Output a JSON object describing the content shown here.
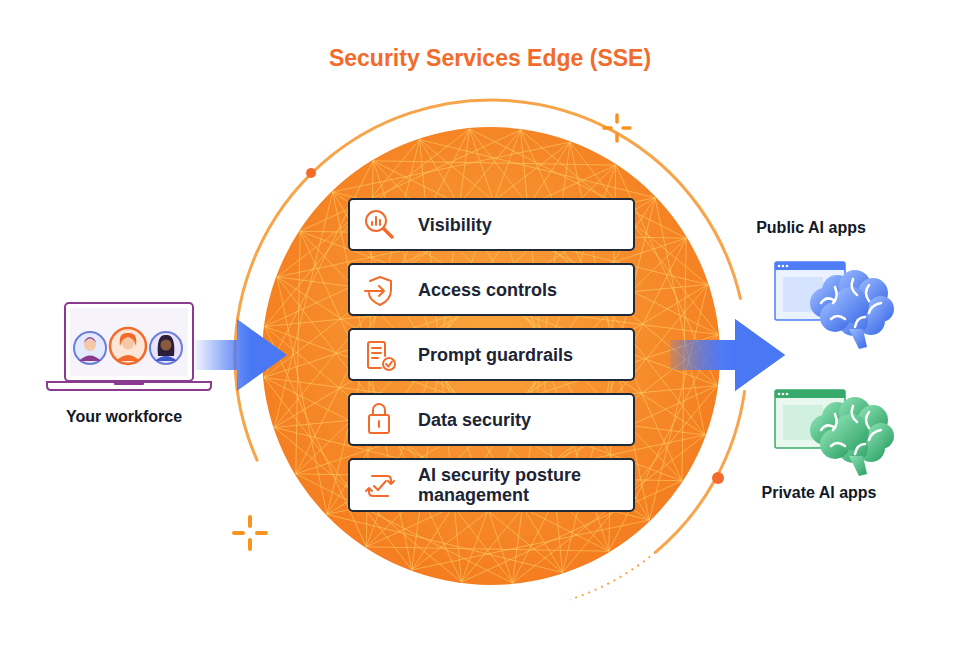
{
  "diagram": {
    "nodes": [
      {
        "text": [
          "Security Services Edge (SSE)"
        ]
      },
      {
        "text": [
          "Visibility"
        ],
        "in": 0
      },
      {
        "text": [
          "Access controls"
        ],
        "in": 0
      },
      {
        "text": [
          "Prompt guardrails"
        ],
        "in": 0
      },
      {
        "text": [
          "Data security"
        ],
        "in": 0
      },
      {
        "text": [
          "AI security posture management"
        ],
        "in": 0
      },
      {
        "text": [
          "Your workforce"
        ]
      },
      {
        "text": [
          "Public AI apps"
        ]
      },
      {
        "text": [
          "Private AI apps"
        ]
      }
    ],
    "edges": [
      {
        "from": 6,
        "to": 0,
        "arrow": "to"
      },
      {
        "from": 0,
        "to": 7,
        "arrow": "to"
      },
      {
        "from": 0,
        "to": 8,
        "arrow": "to"
      }
    ]
  }
}
